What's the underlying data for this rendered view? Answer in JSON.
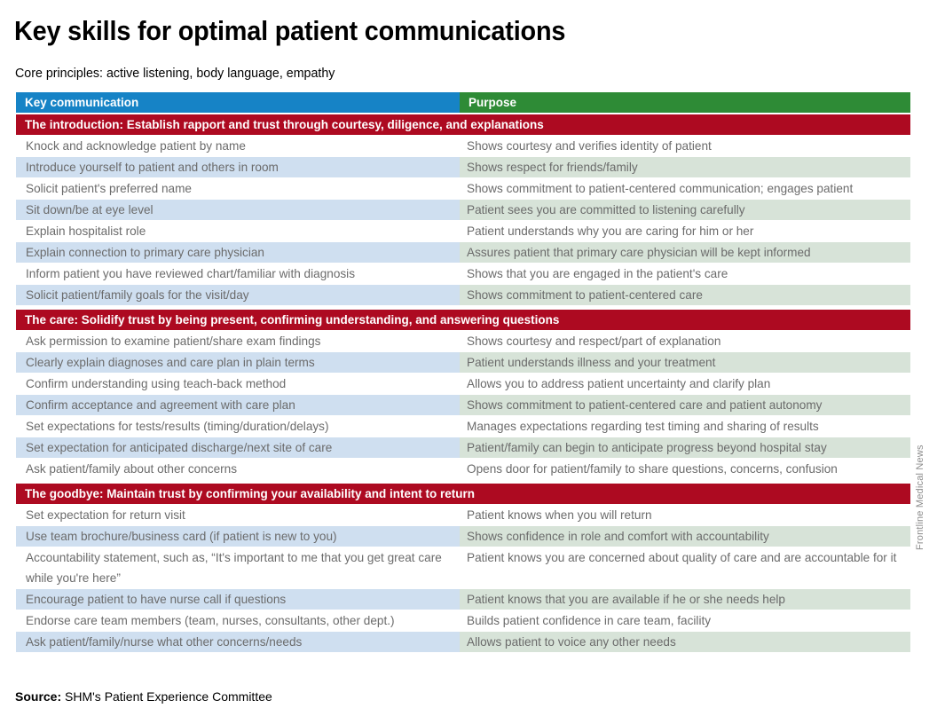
{
  "title": "Key skills for optimal patient communications",
  "subtitle": "Core principles: active listening, body language, empathy",
  "colors": {
    "key_header": "#1683c6",
    "purpose_header": "#2e8b36",
    "section_bar": "#ad0a21",
    "row_alt_key": "#cfdff0",
    "row_alt_purpose": "#d7e3d8",
    "text": "#6b6b6b"
  },
  "table": {
    "headers": {
      "key": "Key communication",
      "purpose": "Purpose"
    },
    "sections": [
      {
        "heading": "The introduction: Establish rapport and trust through courtesy, diligence, and explanations",
        "rows": [
          {
            "key": "Knock and acknowledge patient by name",
            "purpose": "Shows courtesy and verifies identity of patient"
          },
          {
            "key": "Introduce yourself to patient and others in room",
            "purpose": "Shows respect for friends/family"
          },
          {
            "key": "Solicit patient's preferred name",
            "purpose": "Shows commitment to patient-centered communication; engages patient"
          },
          {
            "key": "Sit down/be at eye level",
            "purpose": "Patient sees you are committed to listening carefully"
          },
          {
            "key": "Explain hospitalist role",
            "purpose": "Patient understands why you are caring for him or her"
          },
          {
            "key": "Explain connection to primary care physician",
            "purpose": "Assures patient that primary care physician will be kept informed"
          },
          {
            "key": "Inform patient you have reviewed chart/familiar with diagnosis",
            "purpose": "Shows that you are engaged in the patient's care"
          },
          {
            "key": "Solicit patient/family goals for the visit/day",
            "purpose": "Shows commitment to patient-centered care"
          }
        ]
      },
      {
        "heading": "The care: Solidify trust by being present, confirming understanding, and answering questions",
        "rows": [
          {
            "key": "Ask permission to examine patient/share exam findings",
            "purpose": "Shows courtesy and respect/part of explanation"
          },
          {
            "key": "Clearly explain diagnoses and care plan in plain terms",
            "purpose": "Patient understands illness and your treatment"
          },
          {
            "key": "Confirm understanding using teach-back method",
            "purpose": "Allows you to address patient uncertainty and clarify plan"
          },
          {
            "key": "Confirm acceptance and agreement with care plan",
            "purpose": "Shows commitment to patient-centered care and patient autonomy"
          },
          {
            "key": "Set expectations for tests/results (timing/duration/delays)",
            "purpose": "Manages expectations regarding test timing and sharing of results"
          },
          {
            "key": "Set expectation for anticipated discharge/next site of care",
            "purpose": "Patient/family can begin to anticipate progress beyond hospital stay"
          },
          {
            "key": "Ask patient/family about other concerns",
            "purpose": "Opens door for patient/family to share questions, concerns, confusion"
          }
        ]
      },
      {
        "heading": "The goodbye: Maintain trust by confirming your availability and intent to return",
        "rows": [
          {
            "key": "Set expectation for return visit",
            "purpose": "Patient knows when you will return"
          },
          {
            "key": "Use team brochure/business card (if patient is new to you)",
            "purpose": "Shows confidence in role and comfort with accountability"
          },
          {
            "key": "Accountability statement, such as, “It's important to me that you get great care while you're here”",
            "purpose": "Patient knows you are concerned about quality of care and are accountable for it",
            "tall": true
          },
          {
            "key": "Encourage patient to have nurse call if questions",
            "purpose": "Patient knows that you are available if he or she needs help"
          },
          {
            "key": "Endorse care team members (team, nurses, consultants, other dept.)",
            "purpose": "Builds patient confidence in care team, facility"
          },
          {
            "key": "Ask patient/family/nurse what other concerns/needs",
            "purpose": "Allows patient to voice any other needs"
          }
        ]
      }
    ]
  },
  "footer": {
    "source_label": "Source:",
    "source_value": " SHM's Patient Experience Committee"
  },
  "credit": "Frontline Medical News"
}
